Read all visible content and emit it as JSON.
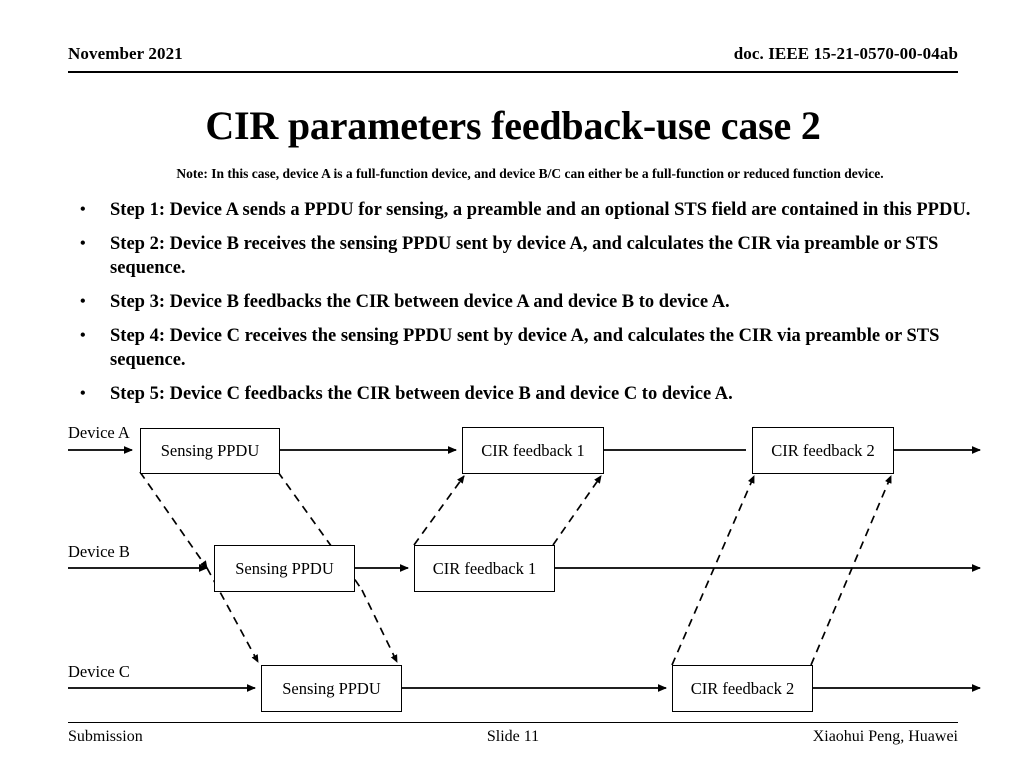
{
  "header": {
    "date": "November 2021",
    "doc_id": "doc. IEEE 15-21-0570-00-04ab"
  },
  "title": "CIR parameters feedback-use case 2",
  "note": "Note: In this case, device A is a full-function device, and device B/C can either be a full-function or reduced function device.",
  "bullet_marker": "•",
  "bullets": [
    "Step 1: Device A sends a PPDU for sensing, a preamble and an optional STS field are contained in this PPDU.",
    "Step 2: Device B receives the sensing PPDU sent by device A, and calculates the CIR via preamble or STS sequence.",
    "Step 3: Device B feedbacks the CIR between device A and device B to device A.",
    "Step 4: Device C receives the sensing PPDU sent by device A, and calculates the CIR via preamble or STS sequence.",
    "Step 5: Device C feedbacks the CIR between device B and device C to device A."
  ],
  "diagram": {
    "timelines": [
      {
        "label": "Device A"
      },
      {
        "label": "Device B"
      },
      {
        "label": "Device C"
      }
    ],
    "packets": [
      {
        "text": "Sensing PPDU",
        "timeline": "Device A"
      },
      {
        "text": "CIR feedback 1",
        "timeline": "Device A"
      },
      {
        "text": "CIR feedback 2",
        "timeline": "Device A"
      },
      {
        "text": "Sensing PPDU",
        "timeline": "Device B"
      },
      {
        "text": "CIR feedback 1",
        "timeline": "Device B"
      },
      {
        "text": "Sensing PPDU",
        "timeline": "Device C"
      },
      {
        "text": "CIR feedback 2",
        "timeline": "Device C"
      }
    ]
  },
  "footer": {
    "left": "Submission",
    "center": "Slide 11",
    "right": "Xiaohui Peng, Huawei"
  },
  "colors": {
    "ink": "#000000",
    "paper": "#ffffff"
  }
}
